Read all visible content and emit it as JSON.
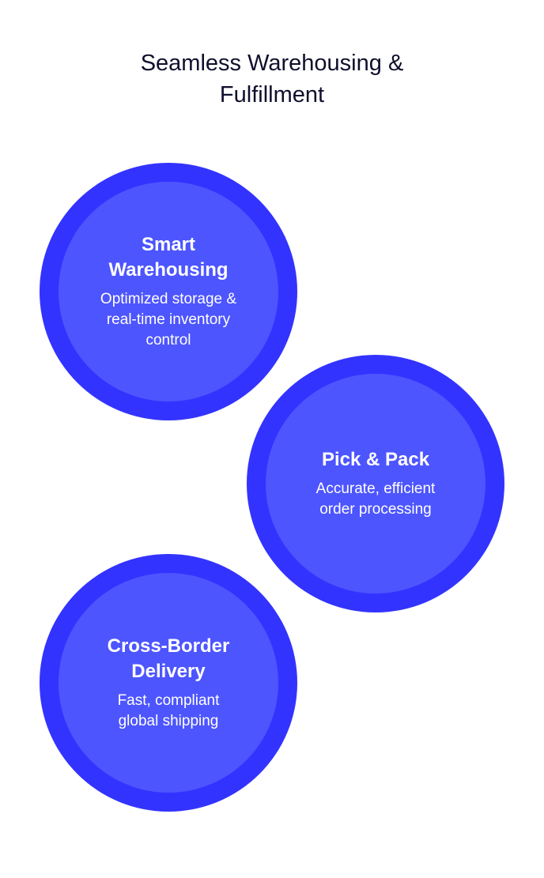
{
  "title": {
    "line1": "Seamless Warehousing &",
    "line2": "Fulfillment"
  },
  "items": [
    {
      "heading": "Smart Warehousing",
      "description": "Optimized storage & real-time inventory control"
    },
    {
      "heading": "Pick & Pack",
      "description": "Accurate, efficient order processing"
    },
    {
      "heading": "Cross-Border Delivery",
      "description": "Fast, compliant global shipping"
    }
  ],
  "colors": {
    "ring": "#3333ff",
    "inner": "#4d55ff",
    "text_on_circle": "#ffffff",
    "title": "#0f0f2d"
  }
}
